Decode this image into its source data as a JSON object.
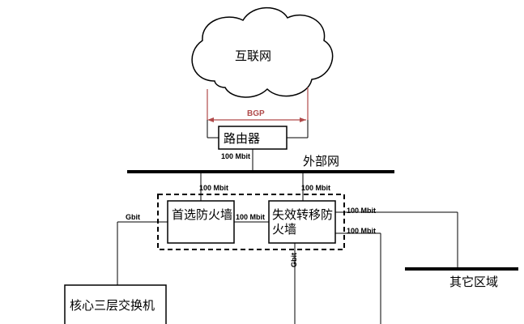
{
  "nodes": {
    "internet": "互联网",
    "router": "路由器",
    "external_net": "外部网",
    "primary_firewall": "首选防火墙",
    "failover_firewall": "失效转移防火墙",
    "other_zone": "其它区域",
    "core_switch": "核心三层交换机"
  },
  "links": {
    "bgp": "BGP",
    "router_ext": "100 Mbit",
    "ext_primary": "100 Mbit",
    "ext_failover": "100 Mbit",
    "fw_fw": "100 Mbit",
    "failover_zone1": "100 Mbit",
    "failover_zone2": "100 Mbit",
    "gbit_left": "Gbit",
    "gbit_down": "Gbit"
  },
  "colors": {
    "bgp_link": "#b04a4a",
    "line": "#000000"
  }
}
